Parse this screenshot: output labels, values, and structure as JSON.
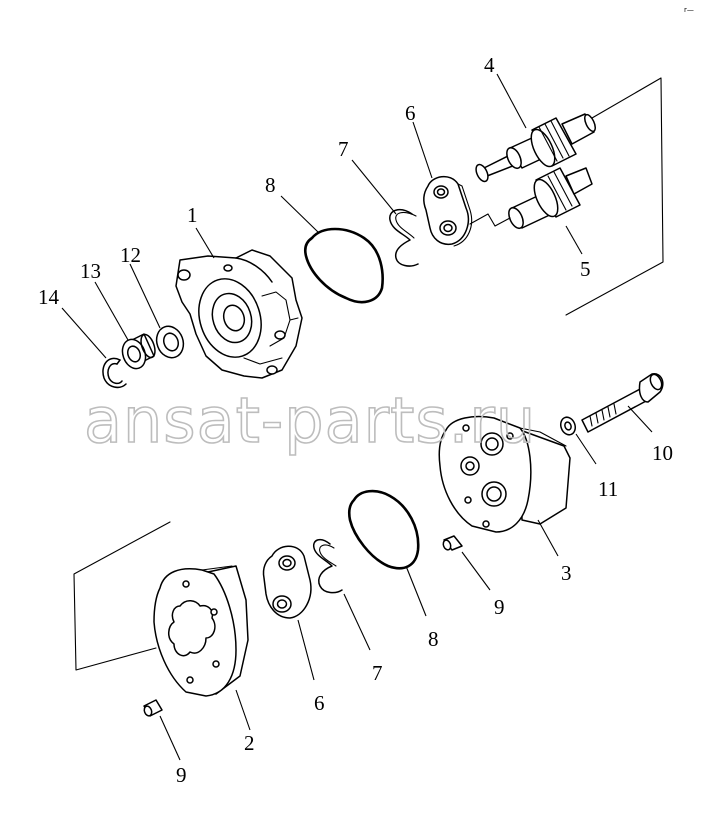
{
  "diagram": {
    "callouts": {
      "c1": "1",
      "c2": "2",
      "c3": "3",
      "c4": "4",
      "c5": "5",
      "c6a": "6",
      "c6b": "6",
      "c7a": "7",
      "c7b": "7",
      "c8a": "8",
      "c8b": "8",
      "c9a": "9",
      "c9b": "9",
      "c10": "10",
      "c11": "11",
      "c12": "12",
      "c13": "13",
      "c14": "14"
    },
    "watermark": "ansat-parts.ru",
    "corner_mark": "r—"
  }
}
